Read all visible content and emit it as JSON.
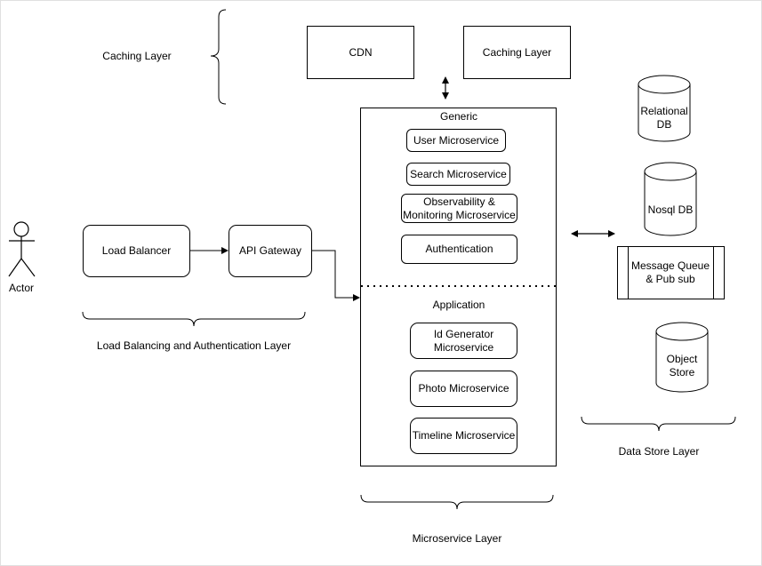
{
  "actor": {
    "label": "Actor"
  },
  "layers": {
    "caching": "Caching Layer",
    "load_balancing": "Load Balancing and Authentication Layer",
    "microservice": "Microservice Layer",
    "data_store": "Data Store Layer"
  },
  "edge": {
    "load_balancer": "Load Balancer",
    "api_gateway": "API Gateway"
  },
  "caching": {
    "cdn": "CDN",
    "caching_layer": "Caching Layer"
  },
  "microservices": {
    "generic_title": "Generic",
    "generic_items": [
      "User Microservice",
      "Search Microservice",
      "Observability &\nMonitoring Microservice",
      "Authentication"
    ],
    "application_title": "Application",
    "application_items": [
      "Id Generator\nMicroservice",
      "Photo Microservice",
      "Timeline Microservice"
    ]
  },
  "data_stores": {
    "relational_db": "Relational\nDB",
    "nosql_db": "Nosql DB",
    "message_queue": "Message Queue\n& Pub sub",
    "object_store": "Object\nStore"
  },
  "colors": {
    "stroke": "#000000",
    "background": "#ffffff"
  }
}
